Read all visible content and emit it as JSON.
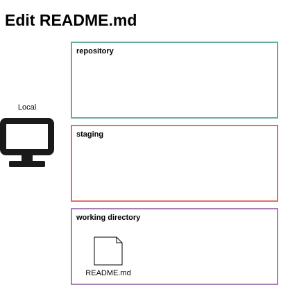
{
  "title": "Edit README.md",
  "local": {
    "label": "Local",
    "icon": "desktop-computer-icon"
  },
  "zones": {
    "repository": {
      "label": "repository",
      "border_color": "#67AB9F"
    },
    "staging": {
      "label": "staging",
      "border_color": "#EA6B66"
    },
    "working_directory": {
      "label": "working directory",
      "border_color": "#A680B8",
      "files": [
        {
          "name": "README.md",
          "icon": "file-icon"
        }
      ]
    }
  }
}
